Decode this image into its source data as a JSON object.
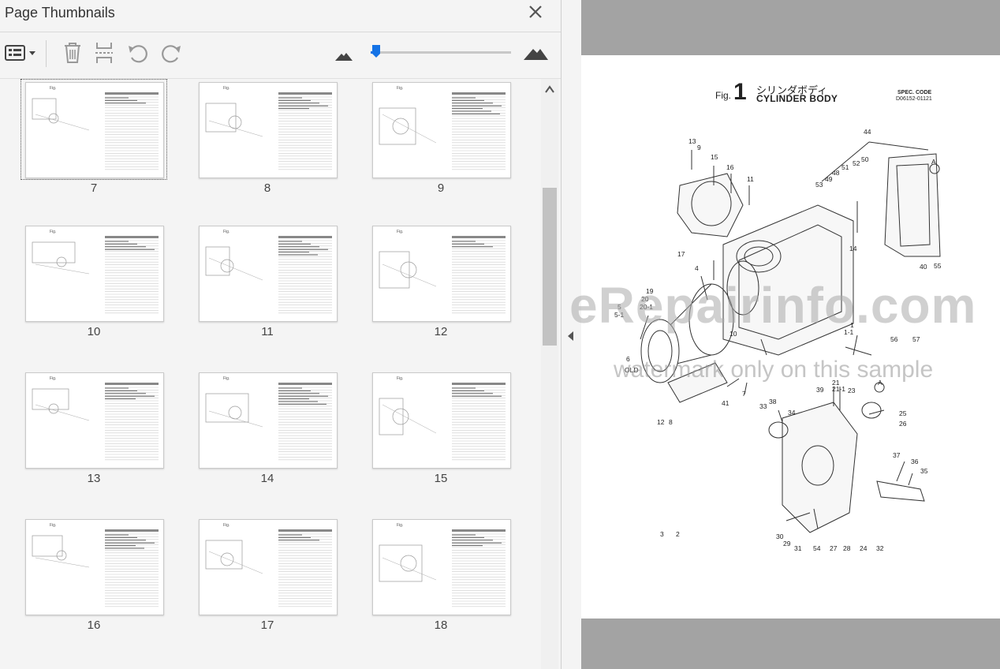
{
  "panel": {
    "title": "Page Thumbnails",
    "close_icon": "close-icon",
    "zoom_level": 0.04,
    "toolbar_icons": [
      "thumbnail-options-icon",
      "delete-page-icon",
      "page-layout-icon",
      "rotate-counterclockwise-icon",
      "rotate-clockwise-icon",
      "small-mountain-icon",
      "large-mountain-icon"
    ]
  },
  "thumbnails": [
    {
      "page": "7",
      "selected": true
    },
    {
      "page": "8"
    },
    {
      "page": "9"
    },
    {
      "page": "10"
    },
    {
      "page": "11"
    },
    {
      "page": "12"
    },
    {
      "page": "13"
    },
    {
      "page": "14"
    },
    {
      "page": "15"
    },
    {
      "page": "16"
    },
    {
      "page": "17"
    },
    {
      "page": "18"
    }
  ],
  "document": {
    "fig_label": "Fig.",
    "fig_number": "1",
    "title_jp": "シリンダボディ",
    "title_en": "CYLINDER BODY",
    "spec_code_label": "SPEC. CODE",
    "spec_code_value": "D06152-01121",
    "watermark_main": "eRepairinfo.com",
    "watermark_sub": "watermark only on this sample",
    "part_labels": [
      "13",
      "9",
      "15",
      "16",
      "11",
      "44",
      "A",
      "53",
      "49",
      "48",
      "51",
      "52",
      "50",
      "14",
      "55",
      "40",
      "17",
      "4",
      "19",
      "20",
      "20-1",
      "5",
      "5-1",
      "6",
      "OLD",
      "10",
      "1",
      "1-1",
      "56",
      "57",
      "A",
      "12",
      "8",
      "41",
      "7",
      "39",
      "21",
      "21-1",
      "23",
      "38",
      "33",
      "34",
      "25",
      "26",
      "37",
      "36",
      "35",
      "30",
      "29",
      "31",
      "54",
      "27",
      "28",
      "24",
      "32",
      "3",
      "2"
    ]
  }
}
